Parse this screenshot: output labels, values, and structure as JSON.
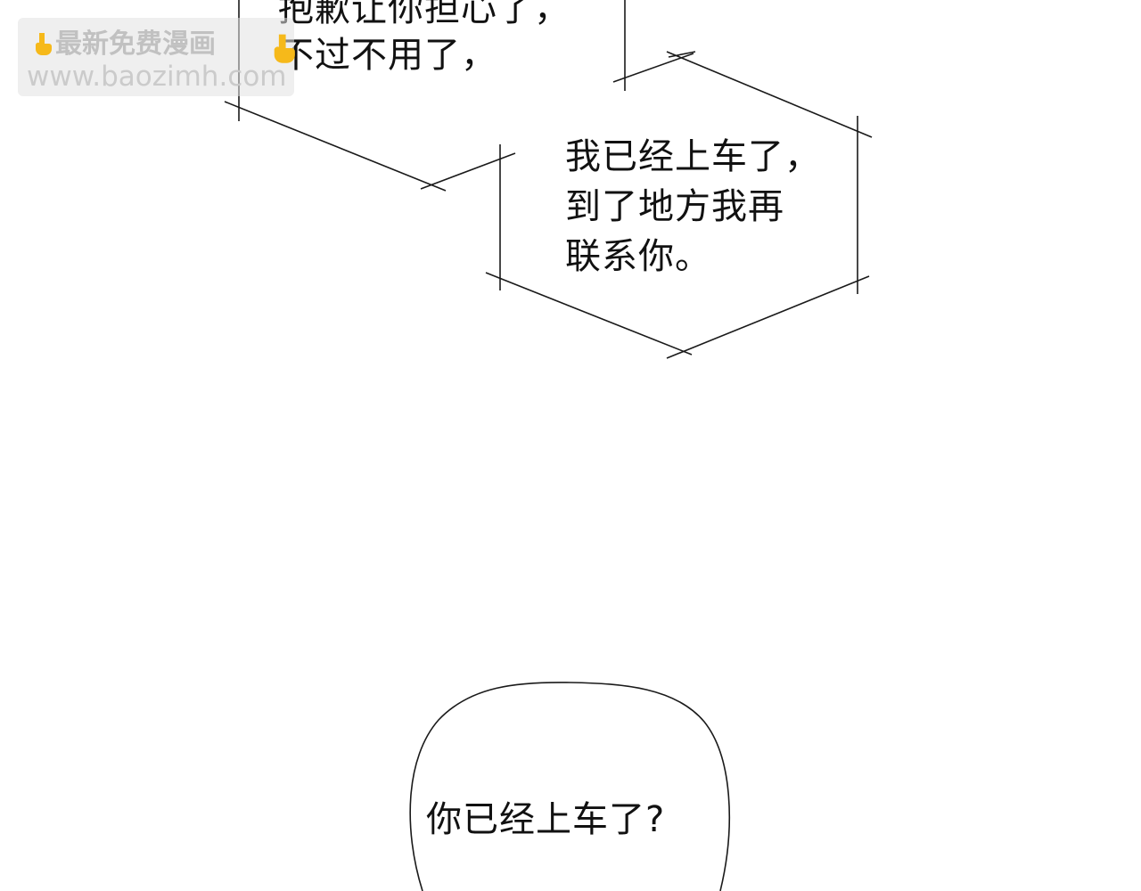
{
  "speech_top": {
    "line1": "抱歉让你担心了，",
    "line2": "不过不用了，"
  },
  "speech_middle": {
    "lines": [
      "我已经上车了，",
      "到了地方我再",
      "联系你。"
    ]
  },
  "speech_bottom": {
    "text": "你已经上车了?"
  },
  "watermark": {
    "line1": "最新免费漫画",
    "line2": "www.baozimh.com",
    "icon": "pointing-down-hand-icon",
    "icon_color": "#f6b91a"
  },
  "colors": {
    "background": "#ffffff",
    "ink": "#111111"
  }
}
